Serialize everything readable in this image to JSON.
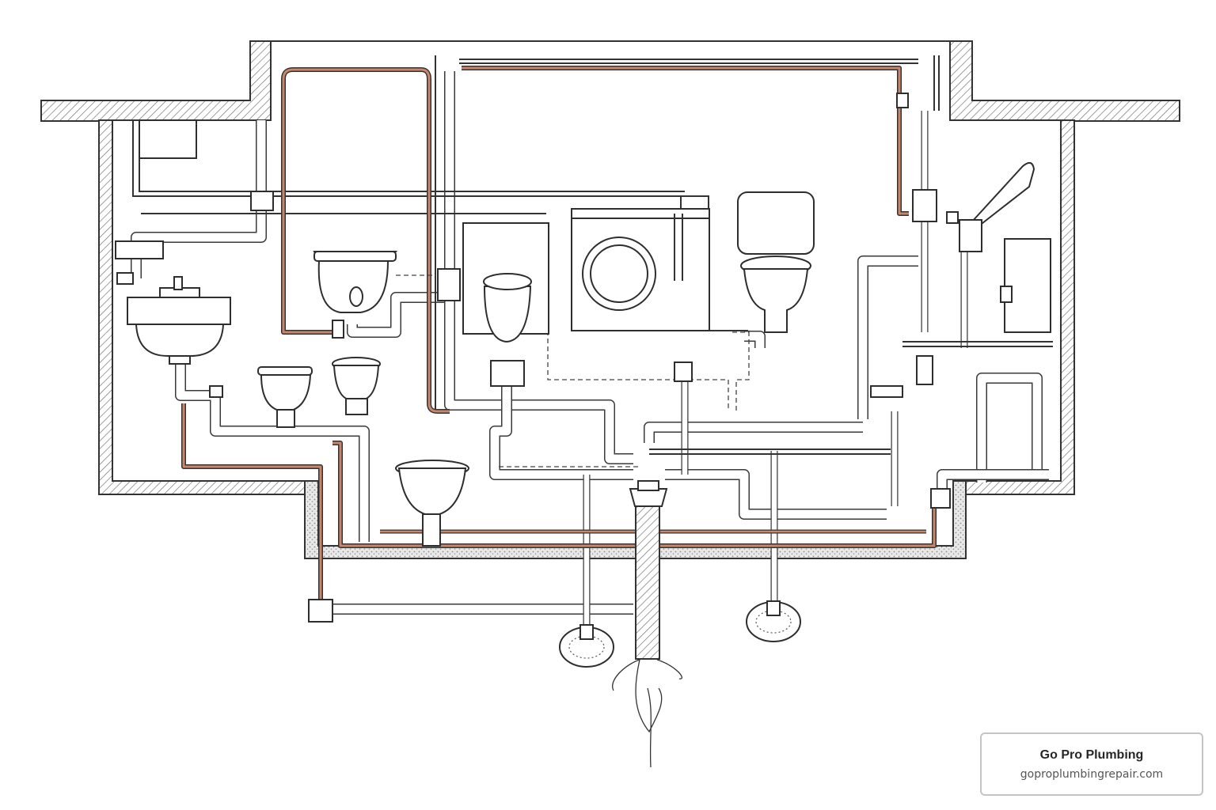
{
  "diagram": {
    "colors": {
      "line": "#333333",
      "pipe_outline": "#3a3a3a",
      "copper_supply": "#c8866c",
      "wall_hatch": "#6b6b6b",
      "gravel_fill": "#bdbdbd",
      "background": "#ffffff"
    },
    "fixtures": [
      "sink",
      "toilet-icon",
      "washing-machine",
      "water-heater",
      "shower-head",
      "floor-drain"
    ]
  },
  "brand": {
    "name": "Go Pro Plumbing",
    "url": "goproplumbingrepair.com"
  }
}
